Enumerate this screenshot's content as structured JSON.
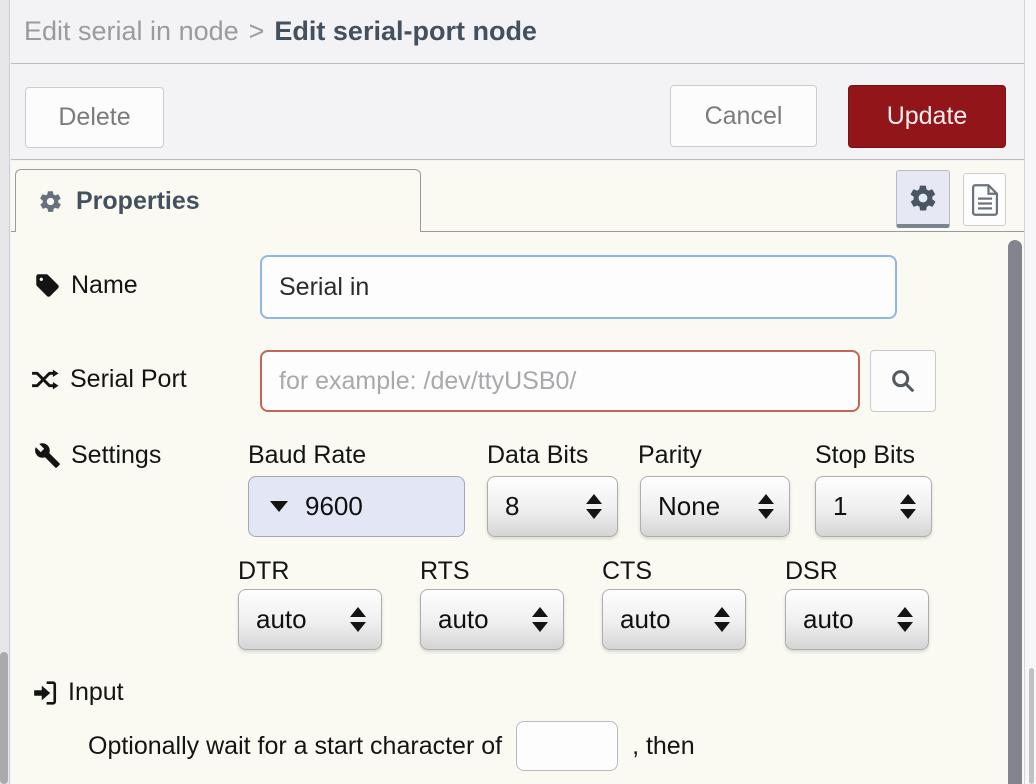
{
  "header": {
    "breadcrumb_parent": "Edit serial in node",
    "separator": ">",
    "title": "Edit serial-port node"
  },
  "toolbar": {
    "delete_label": "Delete",
    "cancel_label": "Cancel",
    "update_label": "Update"
  },
  "tabs": {
    "properties_label": "Properties"
  },
  "form": {
    "name": {
      "label": "Name",
      "value": "Serial in"
    },
    "serial_port": {
      "label": "Serial Port",
      "value": "",
      "placeholder": "for example: /dev/ttyUSB0/"
    },
    "settings": {
      "label": "Settings",
      "baud_rate": {
        "label": "Baud Rate",
        "value": "9600"
      },
      "data_bits": {
        "label": "Data Bits",
        "value": "8"
      },
      "parity": {
        "label": "Parity",
        "value": "None"
      },
      "stop_bits": {
        "label": "Stop Bits",
        "value": "1"
      },
      "dtr": {
        "label": "DTR",
        "value": "auto"
      },
      "rts": {
        "label": "RTS",
        "value": "auto"
      },
      "cts": {
        "label": "CTS",
        "value": "auto"
      },
      "dsr": {
        "label": "DSR",
        "value": "auto"
      }
    },
    "input_section": {
      "label": "Input",
      "wait_text_before": "Optionally wait for a start character of",
      "wait_char_value": "",
      "wait_text_after": ", then"
    }
  },
  "icons": {
    "tab_icon": "gear-icon",
    "name_icon": "tag-icon",
    "serial_port_icon": "shuffle-icon",
    "settings_icon": "wrench-icon",
    "input_icon": "sign-in-icon",
    "search_icon": "magnifier-icon",
    "secondary_tab_icons": [
      "gear-icon",
      "document-icon"
    ]
  },
  "colors": {
    "update_button": "#921619",
    "error_border": "#c4645a",
    "focus_border": "#8db7e9",
    "baud_select_bg": "#e2e6f5",
    "header_bg": "#f3f3f5",
    "form_bg": "#fafaf2",
    "title_text": "#43505e"
  }
}
